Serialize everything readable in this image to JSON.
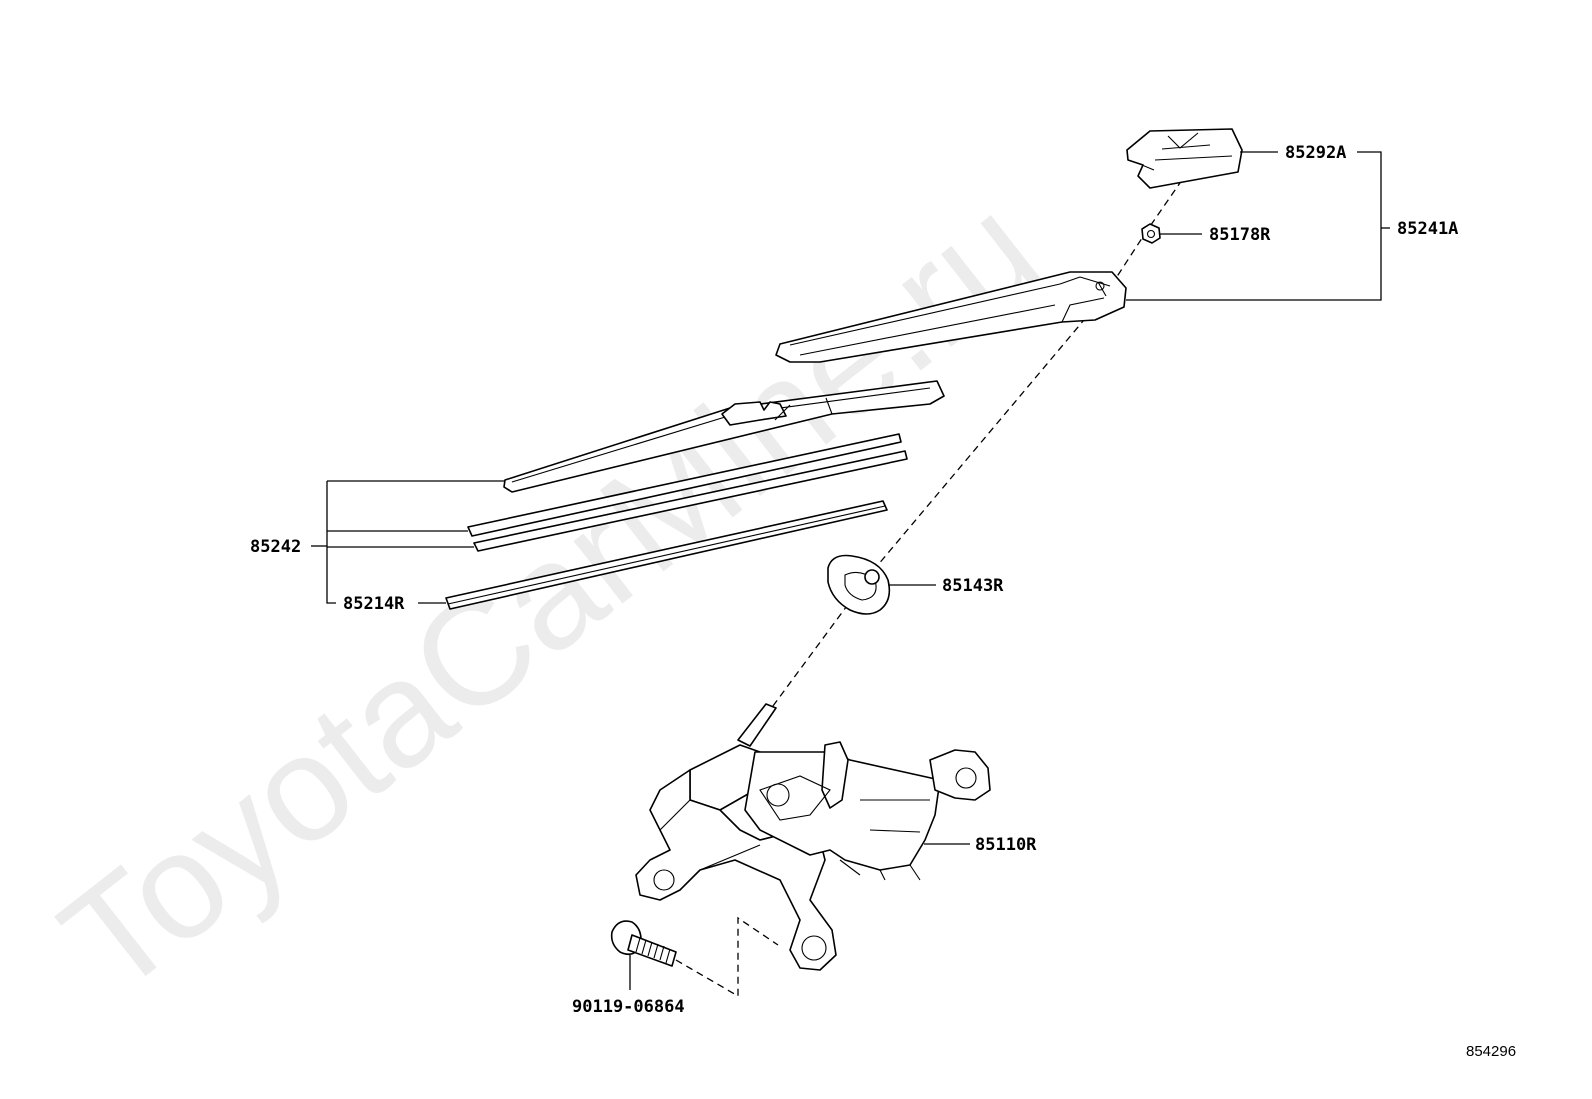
{
  "watermark": "ToyotaCarMine.ru",
  "diagram_id": "854296",
  "labels": {
    "cap": "85292A",
    "nut": "85178R",
    "arm_assembly": "85241A",
    "blade": "85242",
    "rubber": "85214R",
    "grommet": "85143R",
    "motor": "85110R",
    "bolt": "90119-06864"
  }
}
